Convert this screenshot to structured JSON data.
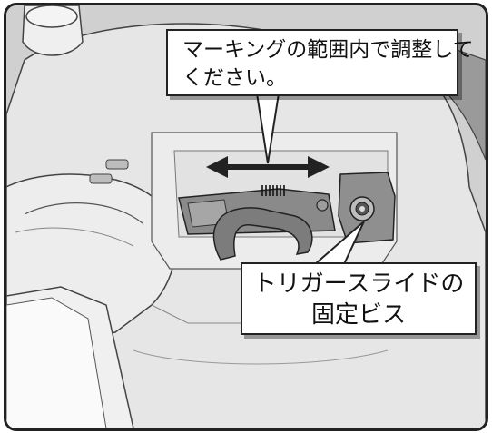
{
  "callouts": {
    "adjust_note": {
      "line1": "マーキングの範囲内で調整して",
      "line2": "ください。"
    },
    "screw_label": {
      "line1": "トリガースライドの",
      "line2": "固定ビス"
    }
  },
  "colors": {
    "frame_border": "#222222",
    "body_gray": "#d0d0d0",
    "shadow_gray": "#9a9a9a",
    "part_dark": "#6f6f6f"
  },
  "icons": {
    "adjust_arrow": "double-headed-arrow-icon",
    "screw": "screw-icon"
  }
}
